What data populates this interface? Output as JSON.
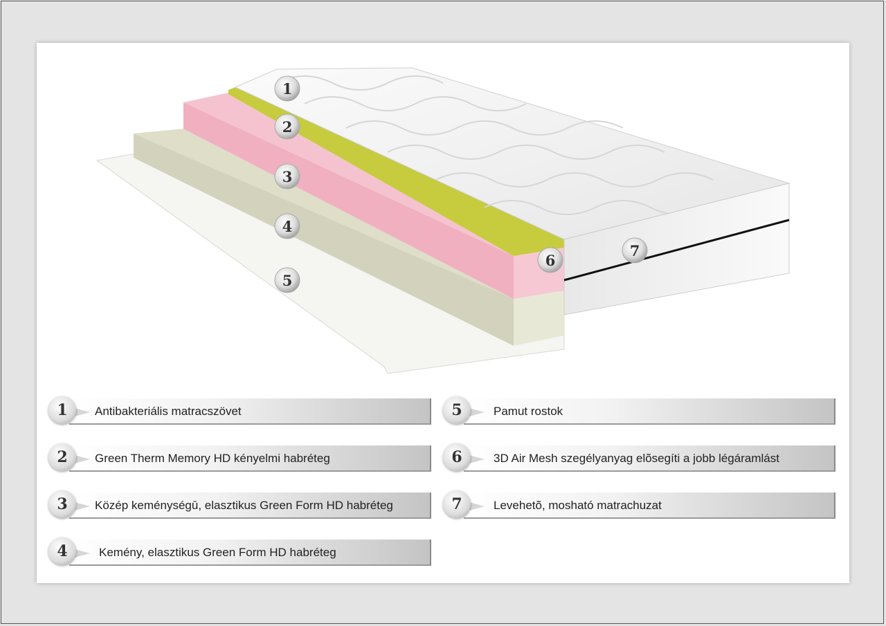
{
  "colors": {
    "pink_foam": "#f3b6c4",
    "memory_foam": "#c9cf3a",
    "firm_foam": "#dcdcc6",
    "fiber": "#f4f4f1",
    "cover": "#f2f2f2"
  },
  "callouts": [
    "1",
    "2",
    "3",
    "4",
    "5",
    "6",
    "7"
  ],
  "legend": [
    {
      "num": "1",
      "text": "Antibakteriális matracszövet"
    },
    {
      "num": "2",
      "text": "Green Therm Memory HD kényelmi habréteg"
    },
    {
      "num": "3",
      "text": "Közép keménységū, elasztikus Green Form HD habréteg"
    },
    {
      "num": "4",
      "text": "Kemény, elasztikus Green Form HD habréteg"
    },
    {
      "num": "5",
      "text": "Pamut rostok"
    },
    {
      "num": "6",
      "text": "3D Air Mesh szegélyanyag elõsegíti a jobb légáramlást"
    },
    {
      "num": "7",
      "text": "Levehetõ, mosható matrachuzat"
    }
  ]
}
